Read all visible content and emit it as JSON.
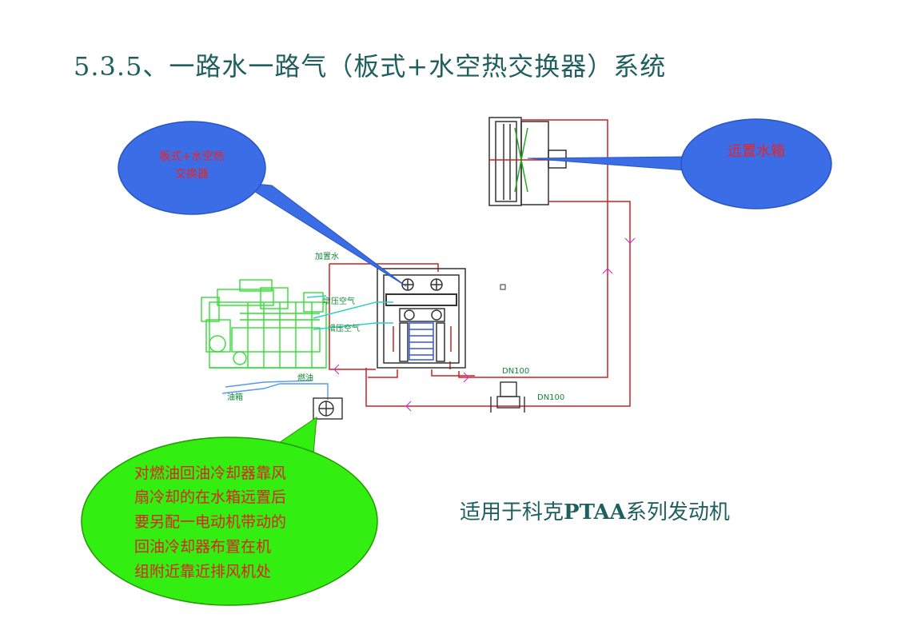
{
  "slide": {
    "title": "5.3.5、一路水一路气（板式+水空热交换器）系统",
    "applies_prefix": "适用于科克",
    "applies_bold": "PTAA",
    "applies_suffix": "系列发动机"
  },
  "callouts": {
    "exchanger_line1": "板式+水空热",
    "exchanger_line2": "交换器",
    "tank": "远置水箱",
    "note_lines": [
      "对燃油回油冷却器靠风",
      "扇冷却的在水箱远置后",
      "要另配一电动机带动的",
      "回油冷却器布置在机",
      "组附近靠近排风机处"
    ]
  },
  "labels": {
    "makeup_water": "加置水",
    "pressurized_air_1": "增压空气",
    "pressurized_air_2": "增压空气",
    "return_oil": "燃油",
    "oil_tank": "油箱",
    "dn100_top": "DN100",
    "dn100_bottom": "DN100"
  },
  "colors": {
    "title": "#1f5f5f",
    "blue_bubble": "#3a6de6",
    "green_bubble": "#33ee11",
    "red_pipe": "#cc2222",
    "green_engine": "#33dd33",
    "cyan_pipe": "#33cccc",
    "note_text": "#dd2222"
  }
}
